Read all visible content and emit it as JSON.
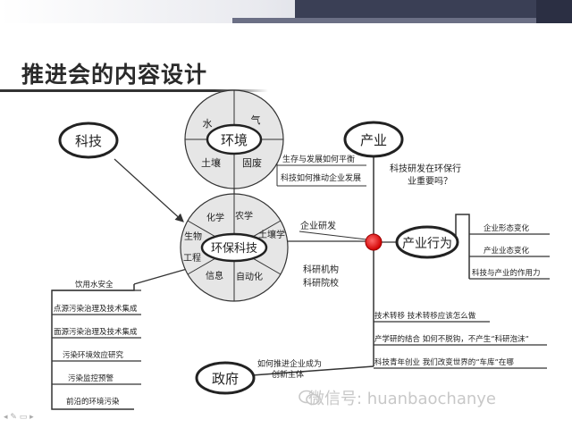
{
  "title": "推进会的内容设计",
  "nodes": {
    "keji": "科技",
    "huanjing": "环境",
    "chanye": "产业",
    "huanbao": "环保科技",
    "chanye_xingwei": "产业行为",
    "zhengfu": "政府"
  },
  "env_segments": [
    "水",
    "气",
    "土壤",
    "固废"
  ],
  "tech_segments": [
    "化学",
    "农学",
    "土壤学",
    "自动化",
    "信息",
    "工程",
    "生物"
  ],
  "right_labels": {
    "q1": "生存与发展如何平衡",
    "q2": "科技如何推动企业发展",
    "question_line1": "科技研发在环保行",
    "question_line2": "业重要吗？",
    "qiye_yanfa": "企业研发",
    "yanjiu_line1": "科研机构",
    "yanjiu_line2": "科研院校"
  },
  "industry_items": [
    "企业形态变化",
    "产业业态变化",
    "科技与产业的作用力"
  ],
  "left_items": [
    "饮用水安全",
    "点源污染治理及技术集成",
    "面源污染治理及技术集成",
    "污染环境效应研究",
    "污染监控预警",
    "前沿的环境污染"
  ],
  "bottom_right_items": [
    "技术转移  技术转移应该怎么做",
    "产学研的结合  如何不脱钩，不产生“科研泡沫”",
    "科技青年创业  我们改变世界的“车库”在哪"
  ],
  "gov_label_line1": "如何推进企业成为",
  "gov_label_line2": "创新主体",
  "watermark": "微信号: huanbaochanye"
}
